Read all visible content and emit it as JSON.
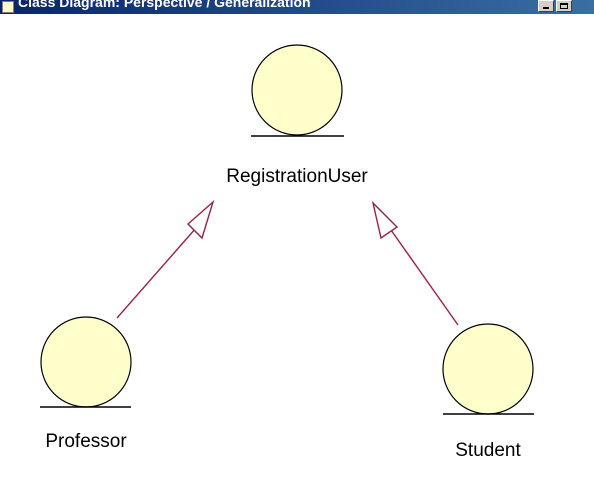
{
  "window": {
    "title": "Class Diagram: Perspective / Generalization",
    "icons": [
      "class-diagram-icon",
      "minimize-icon",
      "maximize-icon"
    ]
  },
  "diagram": {
    "type": "UML class diagram - generalization",
    "elements": [
      {
        "id": "registration-user",
        "label": "RegistrationUser",
        "stereotype": "actor"
      },
      {
        "id": "professor",
        "label": "Professor",
        "stereotype": "actor"
      },
      {
        "id": "student",
        "label": "Student",
        "stereotype": "actor"
      }
    ],
    "relations": [
      {
        "type": "generalization",
        "from": "Professor",
        "to": "RegistrationUser"
      },
      {
        "type": "generalization",
        "from": "Student",
        "to": "RegistrationUser"
      }
    ]
  },
  "colors": {
    "actor_fill": "#ffffcc",
    "actor_stroke": "#000000",
    "relation_stroke": "#a0203c",
    "title_bar": "#0a246a"
  }
}
